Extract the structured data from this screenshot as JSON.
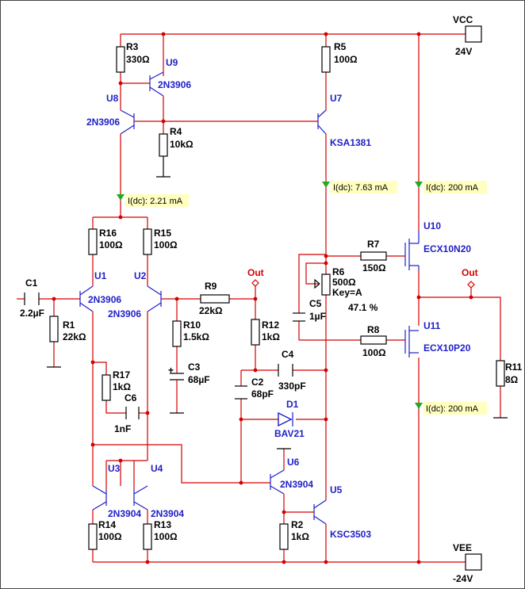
{
  "supplies": {
    "vcc": {
      "name": "VCC",
      "value": "24V"
    },
    "vee": {
      "name": "VEE",
      "value": "-24V"
    }
  },
  "resistors": {
    "r1": {
      "ref": "R1",
      "value": "22kΩ"
    },
    "r2": {
      "ref": "R2",
      "value": "1kΩ"
    },
    "r3": {
      "ref": "R3",
      "value": "330Ω"
    },
    "r4": {
      "ref": "R4",
      "value": "10kΩ"
    },
    "r5": {
      "ref": "R5",
      "value": "100Ω"
    },
    "r7": {
      "ref": "R7",
      "value": "150Ω"
    },
    "r8": {
      "ref": "R8",
      "value": "100Ω"
    },
    "r9": {
      "ref": "R9",
      "value": "22kΩ"
    },
    "r10": {
      "ref": "R10",
      "value": "1.5kΩ"
    },
    "r11": {
      "ref": "R11",
      "value": "8Ω"
    },
    "r12": {
      "ref": "R12",
      "value": "1kΩ"
    },
    "r13": {
      "ref": "R13",
      "value": "100Ω"
    },
    "r14": {
      "ref": "R14",
      "value": "100Ω"
    },
    "r15": {
      "ref": "R15",
      "value": "100Ω"
    },
    "r16": {
      "ref": "R16",
      "value": "100Ω"
    },
    "r17": {
      "ref": "R17",
      "value": "1kΩ"
    }
  },
  "potentiometer": {
    "ref": "R6",
    "value": "500Ω",
    "key": "Key=A",
    "setting": "47.1 %"
  },
  "capacitors": {
    "c1": {
      "ref": "C1",
      "value": "2.2µF"
    },
    "c2": {
      "ref": "C2",
      "value": "68pF"
    },
    "c3": {
      "ref": "C3",
      "value": "68µF"
    },
    "c4": {
      "ref": "C4",
      "value": "330pF"
    },
    "c5": {
      "ref": "C5",
      "value": "1µF"
    },
    "c6": {
      "ref": "C6",
      "value": "1nF"
    }
  },
  "diode": {
    "ref": "D1",
    "part": "BAV21"
  },
  "transistors": {
    "u1": {
      "ref": "U1",
      "part": "2N3906"
    },
    "u2": {
      "ref": "U2",
      "part": "2N3906"
    },
    "u3": {
      "ref": "U3",
      "part": "2N3904"
    },
    "u4": {
      "ref": "U4",
      "part": "2N3904"
    },
    "u5": {
      "ref": "U5",
      "part": "KSC3503"
    },
    "u6": {
      "ref": "U6",
      "part": "2N3904"
    },
    "u7": {
      "ref": "U7",
      "part": "KSA1381"
    },
    "u8": {
      "ref": "U8",
      "part": "2N3906"
    },
    "u9": {
      "ref": "U9",
      "part": "2N3906"
    },
    "u10": {
      "ref": "U10",
      "part": "ECX10N20"
    },
    "u11": {
      "ref": "U11",
      "part": "ECX10P20"
    }
  },
  "probes": {
    "p1": "I(dc): 2.21 mA",
    "p2": "I(dc): 7.63 mA",
    "p3": "I(dc): 200 mA",
    "p4": "I(dc): 200 mA"
  },
  "connectors": {
    "out1": "Out",
    "out2": "Out"
  },
  "colors": {
    "wire": "#d40000",
    "component_label": "#1f1fc8",
    "probe_fill": "#ffffc0",
    "probe_marker": "#22aa22"
  }
}
